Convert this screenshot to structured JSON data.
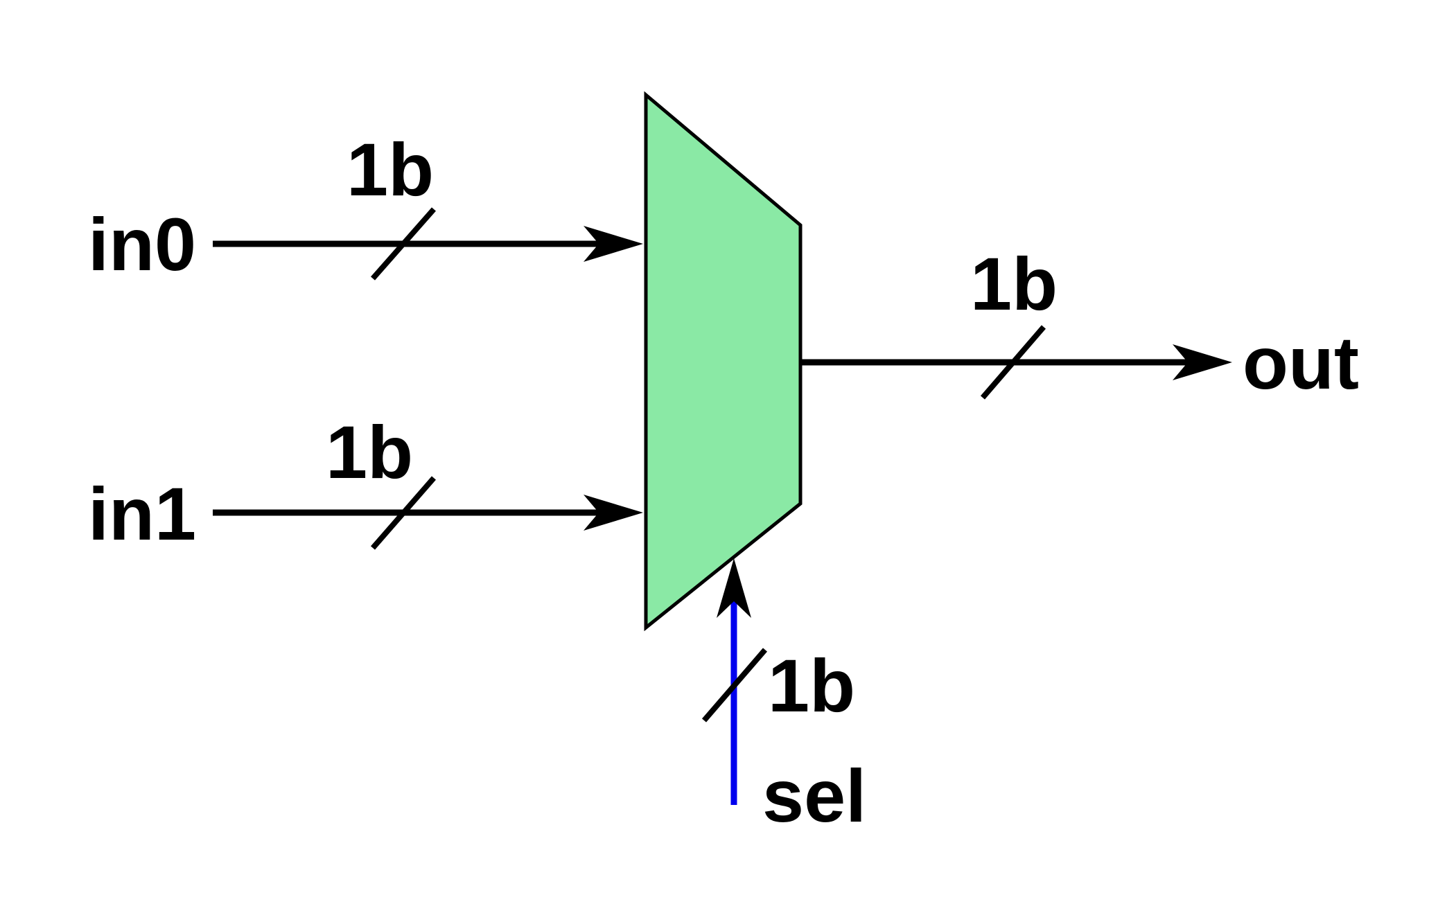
{
  "diagram": {
    "ports": {
      "in0": "in0",
      "in1": "in1",
      "out": "out",
      "sel": "sel"
    },
    "widths": {
      "in0": "1b",
      "in1": "1b",
      "out": "1b",
      "sel": "1b"
    },
    "colors": {
      "mux_fill": "#8ae9a5",
      "wire": "#000000",
      "select_wire": "#0000ee"
    }
  }
}
